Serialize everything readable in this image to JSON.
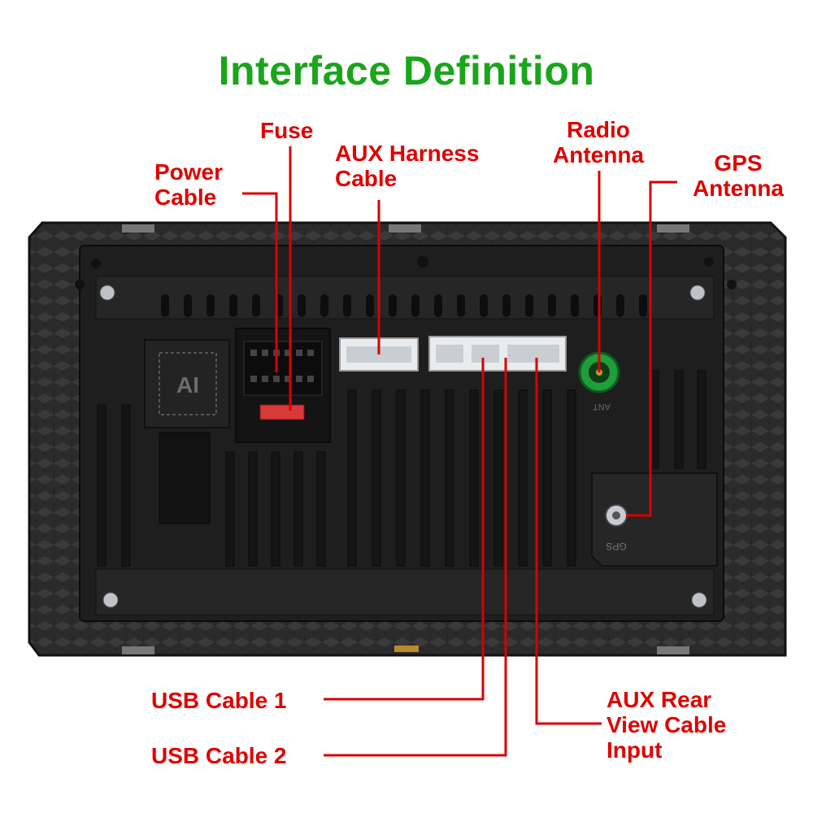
{
  "title": "Interface Definition",
  "labels": {
    "fuse": "Fuse",
    "power_cable": [
      "Power",
      "Cable"
    ],
    "aux_harness_cable": [
      "AUX Harness",
      "Cable"
    ],
    "radio_antenna": [
      "Radio",
      "Antenna"
    ],
    "gps_antenna": [
      "GPS",
      "Antenna"
    ],
    "usb_cable_1": "USB Cable 1",
    "usb_cable_2": "USB Cable 2",
    "aux_rear_view_cable_input": [
      "AUX Rear",
      "View Cable",
      "Input"
    ]
  },
  "device_marks": {
    "ai_logo": "AI",
    "radio_port_mark": "ANT",
    "gps_port_mark": "GPS"
  },
  "colors": {
    "title": "#1aa51a",
    "labels": "#e00000",
    "leader_lines": "#d80000",
    "device_body": "#2a2a2a",
    "radio_port": "#1f9e3a"
  }
}
